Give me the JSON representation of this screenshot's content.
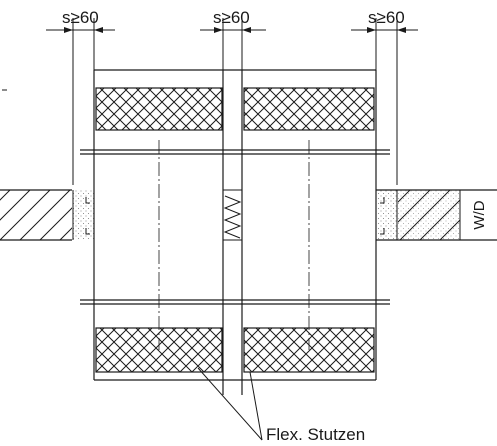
{
  "dimensions": {
    "spacing_left": "s≥60",
    "spacing_center": "s≥60",
    "spacing_right": "s≥60"
  },
  "labels": {
    "flex_connector": "Flex. Stutzen",
    "wall_thickness": "W/D"
  },
  "colors": {
    "line": "#1a1a1a",
    "dot_fill": "#7a7a7a"
  }
}
